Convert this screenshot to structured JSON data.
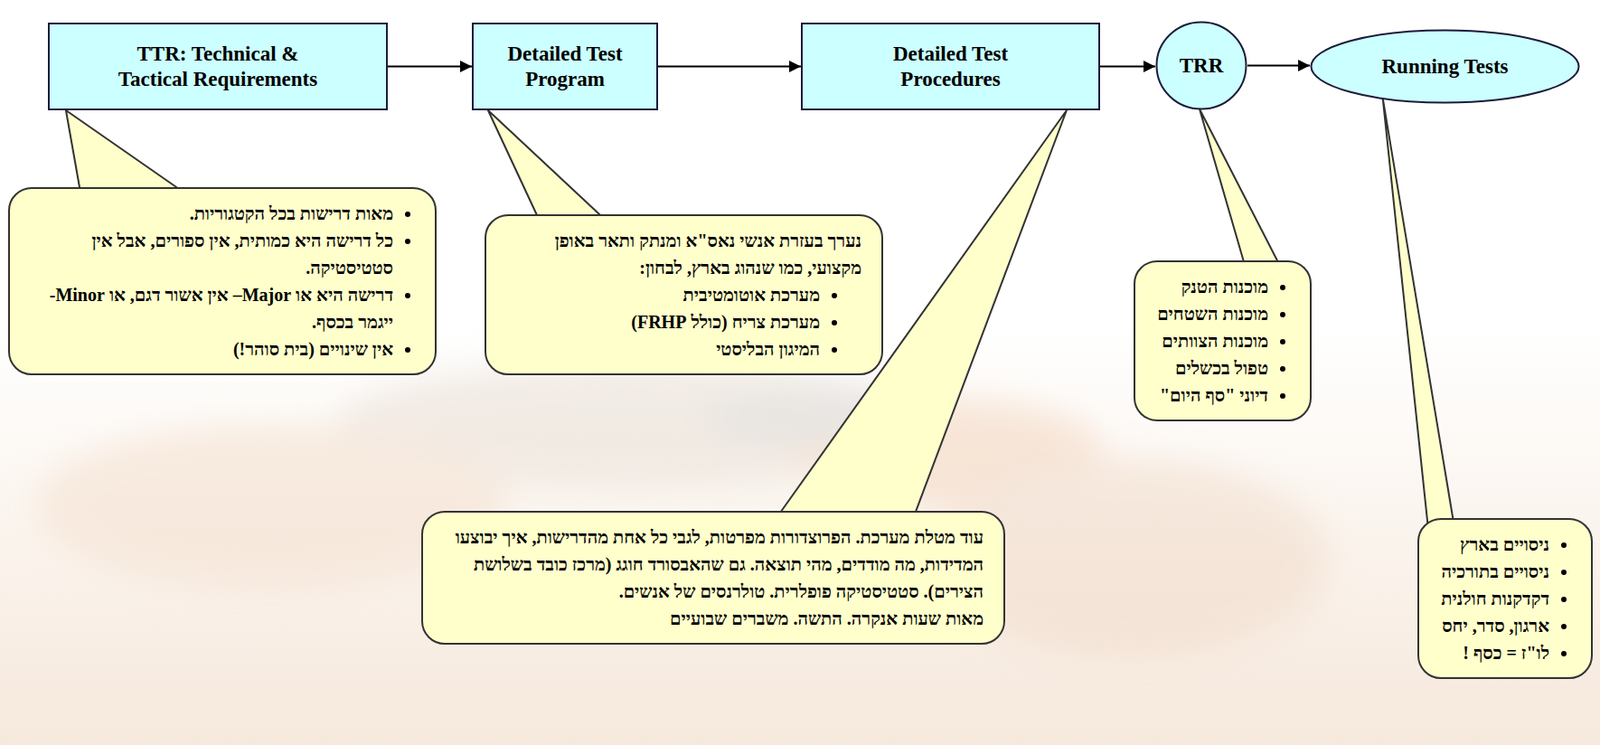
{
  "diagram": {
    "nodes": [
      {
        "text": [
          "TTR: Technical & Tactical Requirements"
        ]
      },
      {
        "text": [
          "Detailed Test Program"
        ]
      },
      {
        "text": [
          "Detailed Test Procedures"
        ]
      },
      {
        "text": [
          "TRR"
        ]
      },
      {
        "text": [
          "Running Tests"
        ]
      },
      {
        "text": [
          "מאות דרישות בכל הקטגוריות.",
          "כל דרישה היא כמותית, אין ספורים, אבל אין סטטיסטיקה.",
          "דרישה היא או Major– אין אשור דגם, או Minor- ייגמר בכסף.",
          "אין שינויים (בית סוהר!)"
        ]
      },
      {
        "text": [
          "נערך בעזרת אנשי נאס\"א ומנתק ותאר באופן מקצועי, כמו שנהוג בארץ, לבחון:",
          "מערכת אוטומטיבית",
          "מערכת צריח (כולל FRHP)",
          "המיגון הבליסטי"
        ]
      },
      {
        "text": [
          "עוד מטלת מערכת. הפרוצדורות מפרטות, לגבי כל אחת מהדרישות, איך יבוצעו המדידות, מה מודדים, מהי תוצאה. גם שהאבסורד חוגג (מרכז כובד בשלושת הצירים). סטטיסטיקה פופלרית. טולרנסים של אנשים.",
          "מאות שעות אנקרה. התשה. משברים שבועיים"
        ]
      },
      {
        "text": [
          "מוכנות הטנק",
          "מוכנות השטחים",
          "מוכנות הצוותים",
          "טפול בכשלים",
          "דיוני \"סף היום\""
        ]
      },
      {
        "text": [
          "ניסויים בארץ",
          "ניסויים בתורכיה",
          "דקדקנות חולנית",
          "ארגון, סדר, יחס",
          "לו\"ז = כסף !"
        ]
      }
    ],
    "edges": [
      {
        "from": 0,
        "to": 1,
        "arrow": "to"
      },
      {
        "from": 1,
        "to": 2,
        "arrow": "to"
      },
      {
        "from": 2,
        "to": 3,
        "arrow": "to"
      },
      {
        "from": 3,
        "to": 4,
        "arrow": "to"
      },
      {
        "from": 5,
        "to": 0,
        "arrow": "none"
      },
      {
        "from": 6,
        "to": 1,
        "arrow": "none"
      },
      {
        "from": 7,
        "to": 2,
        "arrow": "none"
      },
      {
        "from": 8,
        "to": 3,
        "arrow": "none"
      },
      {
        "from": 9,
        "to": 4,
        "arrow": "none"
      }
    ]
  }
}
